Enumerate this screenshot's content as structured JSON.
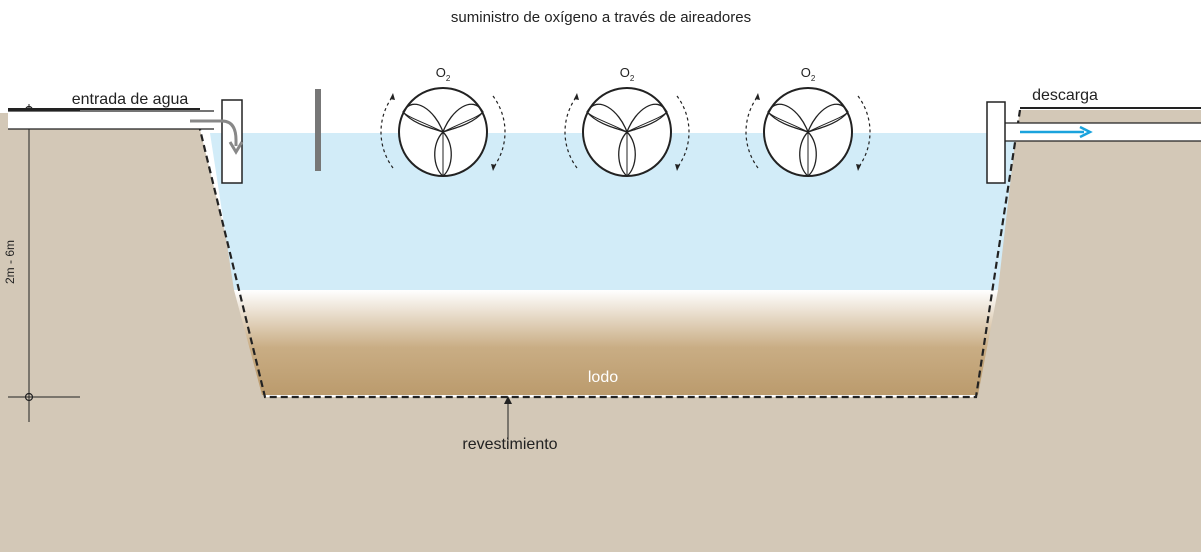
{
  "title": "suministro de oxígeno a través de aireadores",
  "labels": {
    "inlet": "entrada de agua",
    "outlet": "descarga",
    "depth": "2m - 6m",
    "sludge": "lodo",
    "liner": "revestimiento"
  },
  "aerators": [
    {
      "o2_base": "O",
      "o2_sub": "2"
    },
    {
      "o2_base": "O",
      "o2_sub": "2"
    },
    {
      "o2_base": "O",
      "o2_sub": "2"
    }
  ],
  "colors": {
    "ground": "#d3c8b7",
    "water": "#d2ecf8",
    "sludge": "#bb9b6d",
    "outflow_arrow": "#1aa3dd",
    "inflow_arrow": "#888888",
    "baffle": "#777777"
  }
}
